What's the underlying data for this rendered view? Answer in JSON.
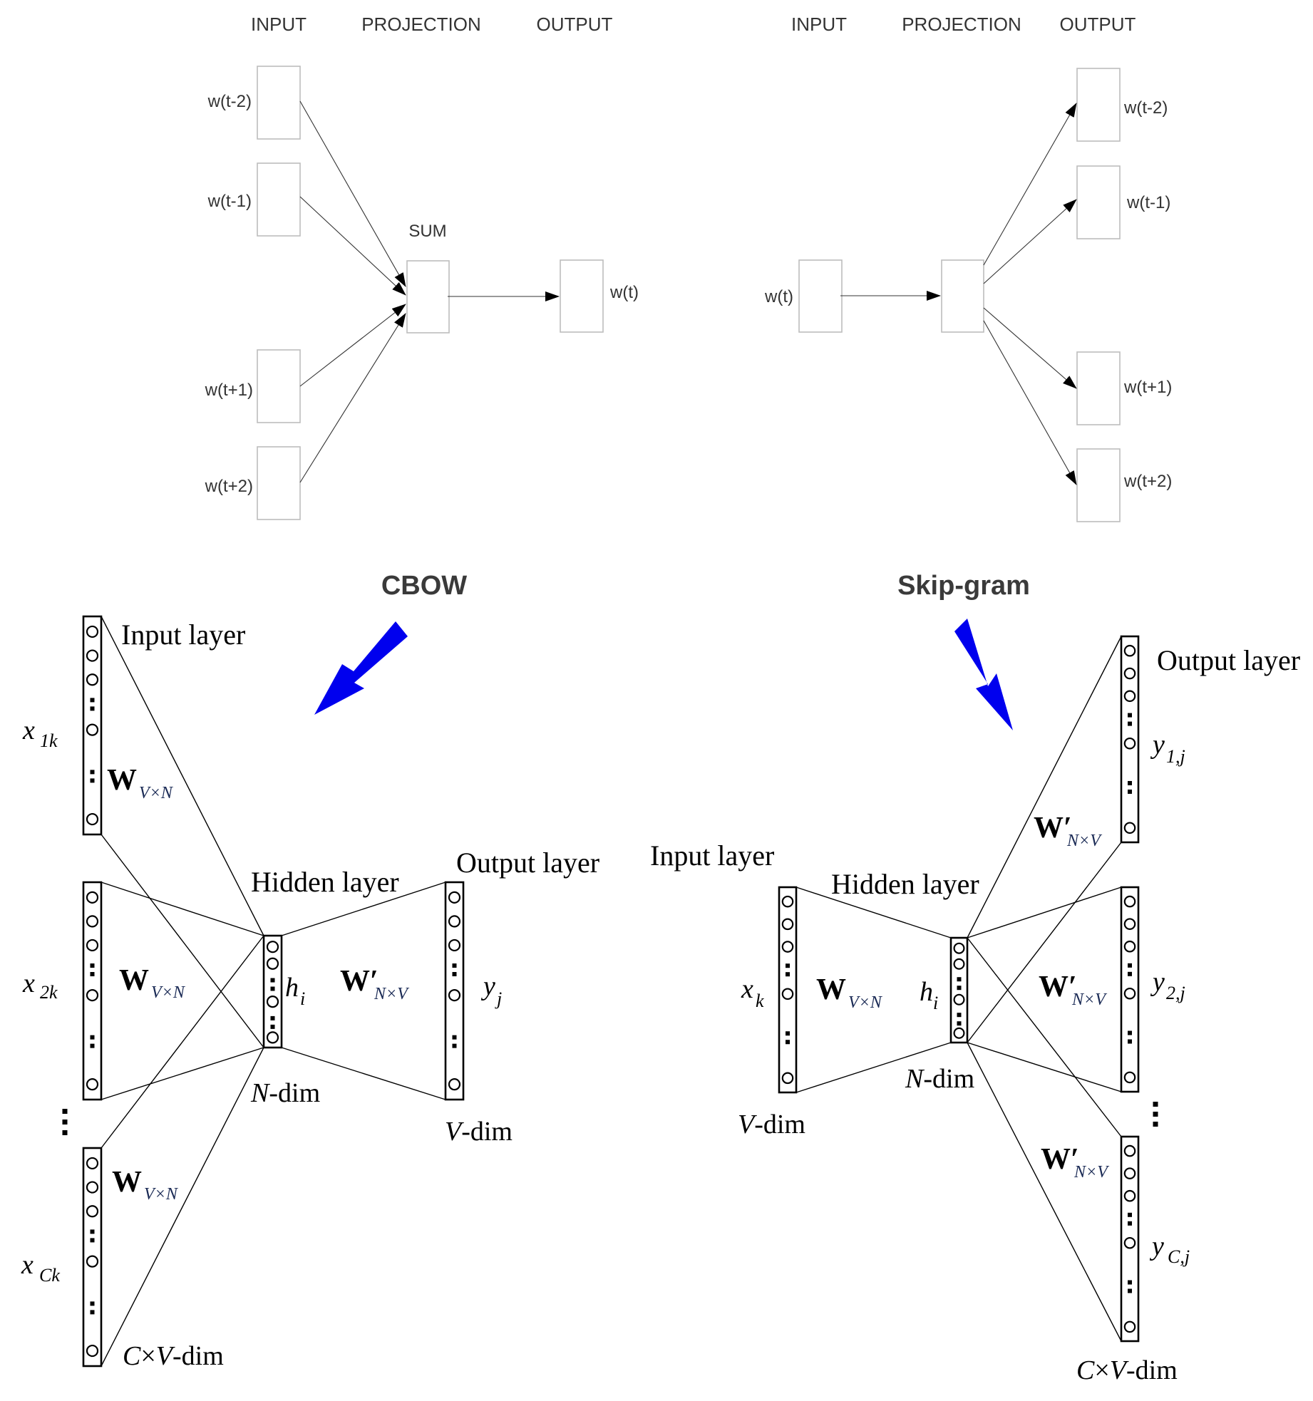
{
  "colors": {
    "accent_arrow": "#0000EE",
    "box_border_top": "#BDBDBD",
    "text_dark": "#333333",
    "line": "#000000"
  },
  "cbow_top": {
    "headers": {
      "input": "INPUT",
      "projection": "PROJECTION",
      "output": "OUTPUT"
    },
    "sum_label": "SUM",
    "inputs": [
      "w(t-2)",
      "w(t-1)",
      "w(t+1)",
      "w(t+2)"
    ],
    "output": "w(t)"
  },
  "skipgram_top": {
    "headers": {
      "input": "INPUT",
      "projection": "PROJECTION",
      "output": "OUTPUT"
    },
    "input": "w(t)",
    "outputs": [
      "w(t-2)",
      "w(t-1)",
      "w(t+1)",
      "w(t+2)"
    ]
  },
  "titles": {
    "cbow": "CBOW",
    "skipgram": "Skip-gram"
  },
  "cbow_bottom": {
    "input_layer": "Input layer",
    "hidden_layer": "Hidden layer",
    "output_layer": "Output layer",
    "inputs": [
      {
        "var": "x",
        "sub": "1k"
      },
      {
        "var": "x",
        "sub": "2k"
      },
      {
        "var": "x",
        "sub": "Ck"
      }
    ],
    "weight_in": {
      "w": "W",
      "sub": "V×N"
    },
    "weight_out": {
      "w": "W′",
      "sub": "N×V"
    },
    "hidden_var": {
      "var": "h",
      "sub": "i"
    },
    "output_var": {
      "var": "y",
      "sub": "j"
    },
    "n_dim": {
      "var": "N",
      "rest": "-dim"
    },
    "v_dim": {
      "var": "V",
      "rest": "-dim"
    },
    "cv_dim": {
      "c": "C",
      "times": "×",
      "v": "V",
      "rest": "-dim"
    }
  },
  "skipgram_bottom": {
    "input_layer": "Input layer",
    "hidden_layer": "Hidden layer",
    "output_layer": "Output layer",
    "input_var": {
      "var": "x",
      "sub": "k"
    },
    "weight_in": {
      "w": "W",
      "sub": "V×N"
    },
    "weight_out": {
      "w": "W′",
      "sub": "N×V"
    },
    "hidden_var": {
      "var": "h",
      "sub": "i"
    },
    "outputs": [
      {
        "var": "y",
        "sub": "1,j"
      },
      {
        "var": "y",
        "sub": "2,j"
      },
      {
        "var": "y",
        "sub": "C,j"
      }
    ],
    "n_dim": {
      "var": "N",
      "rest": "-dim"
    },
    "v_dim": {
      "var": "V",
      "rest": "-dim"
    },
    "cv_dim": {
      "c": "C",
      "times": "×",
      "v": "V",
      "rest": "-dim"
    }
  }
}
